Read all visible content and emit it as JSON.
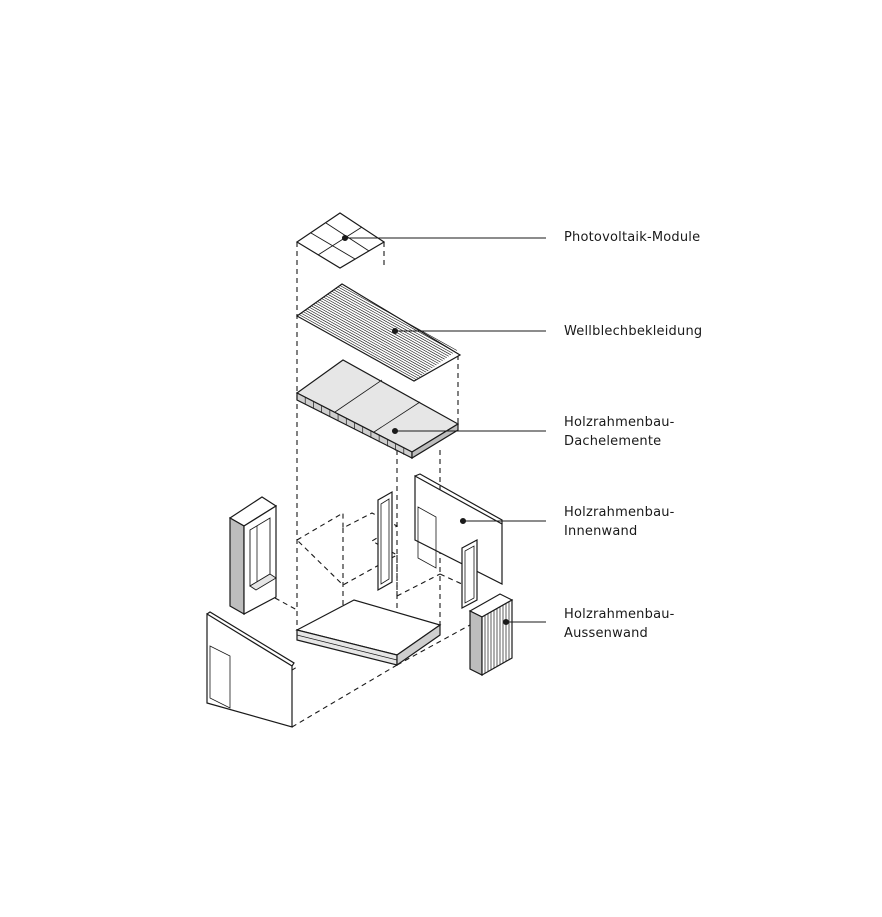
{
  "labels": {
    "photovoltaik": "Photovoltaik-Module",
    "wellblech": "Wellblechbekleidung",
    "dach_line1": "Holzrahmenbau-",
    "dach_line2": "Dachelemente",
    "innen_line1": "Holzrahmenbau-",
    "innen_line2": "Innenwand",
    "aussen_line1": "Holzrahmenbau-",
    "aussen_line2": "Aussenwand"
  },
  "colors": {
    "line": "#1a1a1a",
    "light_fill": "#e6e6e6",
    "mid_fill": "#cfcfcf",
    "dark_fill": "#bdbdbd",
    "background": "#ffffff"
  }
}
